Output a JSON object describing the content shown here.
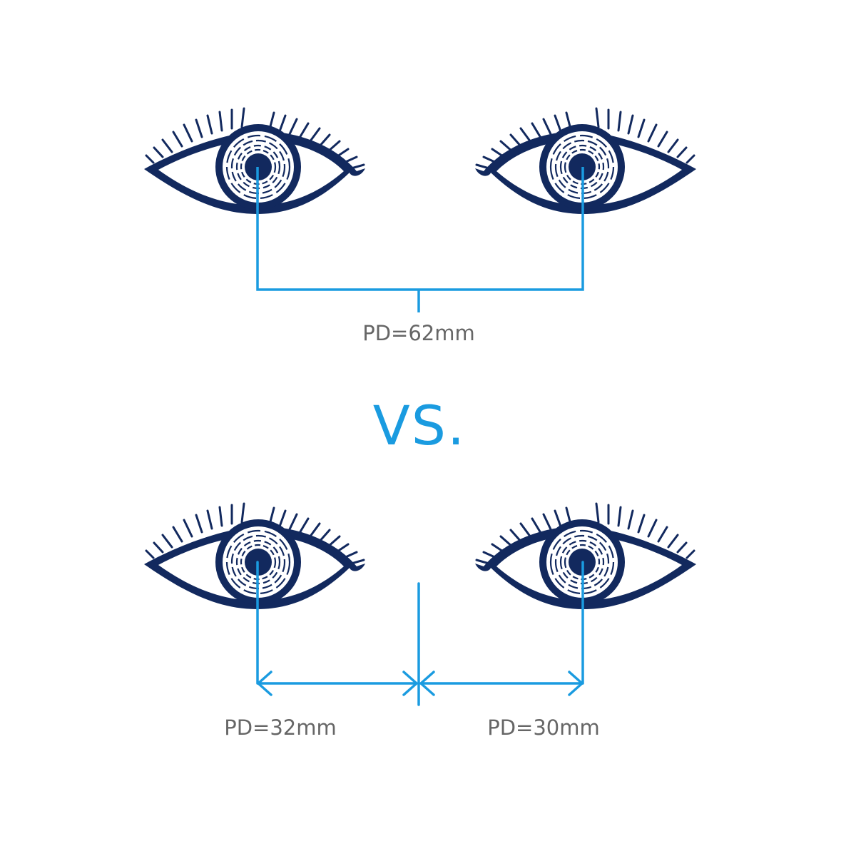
{
  "colors": {
    "eye": "#12295e",
    "measure": "#1a9be0",
    "label": "#666666",
    "vs": "#1a9be0"
  },
  "top": {
    "label": "PD=62mm"
  },
  "divider": {
    "label": "VS."
  },
  "bottom": {
    "left_label": "PD=32mm",
    "right_label": "PD=30mm"
  }
}
